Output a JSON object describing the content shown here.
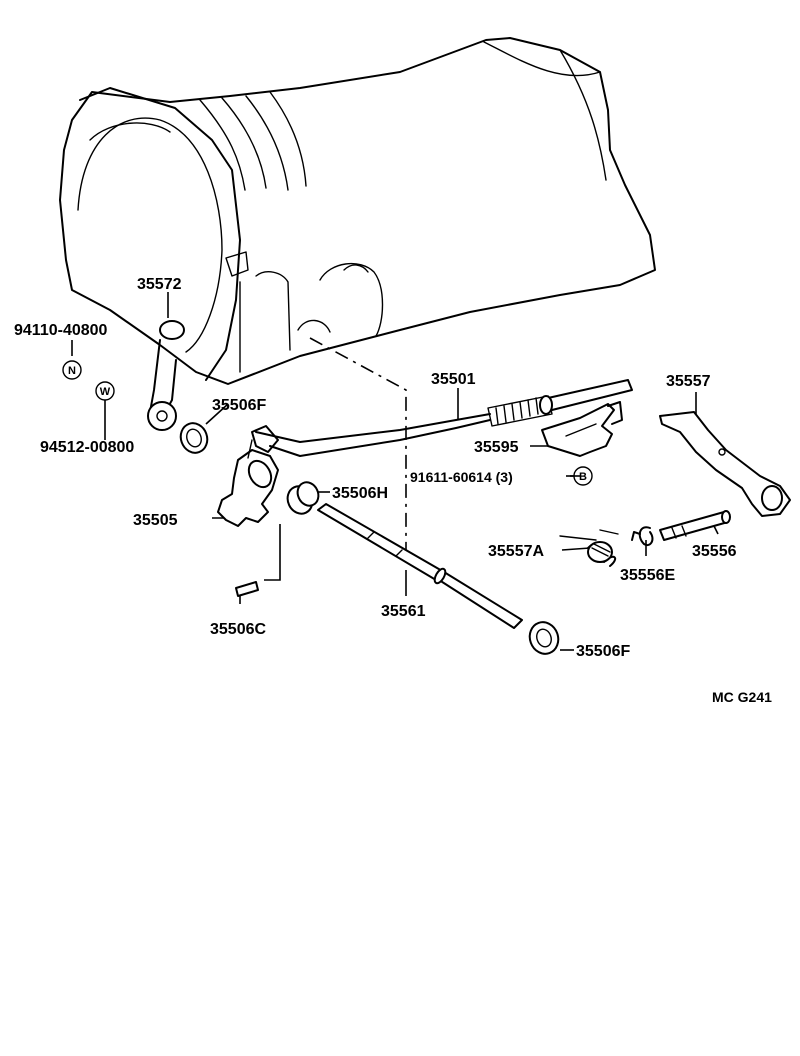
{
  "parts": [
    {
      "key": "p35572",
      "number": "35572",
      "icon": "housing-plug-icon"
    },
    {
      "key": "p94110",
      "number": "94110-40800",
      "icon": "nut-icon"
    },
    {
      "key": "p94512",
      "number": "94512-00800",
      "icon": "washer-icon"
    },
    {
      "key": "p35506F_top",
      "number": "35506F",
      "icon": "oil-seal-icon"
    },
    {
      "key": "p35505",
      "number": "35505",
      "icon": "detent-plate-icon"
    },
    {
      "key": "p35506H",
      "number": "35506H",
      "icon": "collar-icon"
    },
    {
      "key": "p35506C",
      "number": "35506C",
      "icon": "pin-icon"
    },
    {
      "key": "p35561",
      "number": "35561",
      "icon": "manual-valve-shaft-icon"
    },
    {
      "key": "p35506F_bot",
      "number": "35506F",
      "icon": "oil-seal-icon"
    },
    {
      "key": "p35501",
      "number": "35501",
      "icon": "throttle-cable-icon"
    },
    {
      "key": "p35595",
      "number": "35595",
      "icon": "cable-bracket-icon"
    },
    {
      "key": "p91611",
      "number": "91611-60614 (3)",
      "icon": "bolt-icon"
    },
    {
      "key": "p35557",
      "number": "35557",
      "icon": "shift-lever-icon"
    },
    {
      "key": "p35557A",
      "number": "35557A",
      "icon": "spring-icon"
    },
    {
      "key": "p35556E",
      "number": "35556E",
      "icon": "e-ring-icon"
    },
    {
      "key": "p35556",
      "number": "35556",
      "icon": "lever-shaft-icon"
    }
  ],
  "symbols": {
    "nut": "N",
    "washer": "W",
    "bolt": "B"
  },
  "diagram_code": "MC  G241"
}
